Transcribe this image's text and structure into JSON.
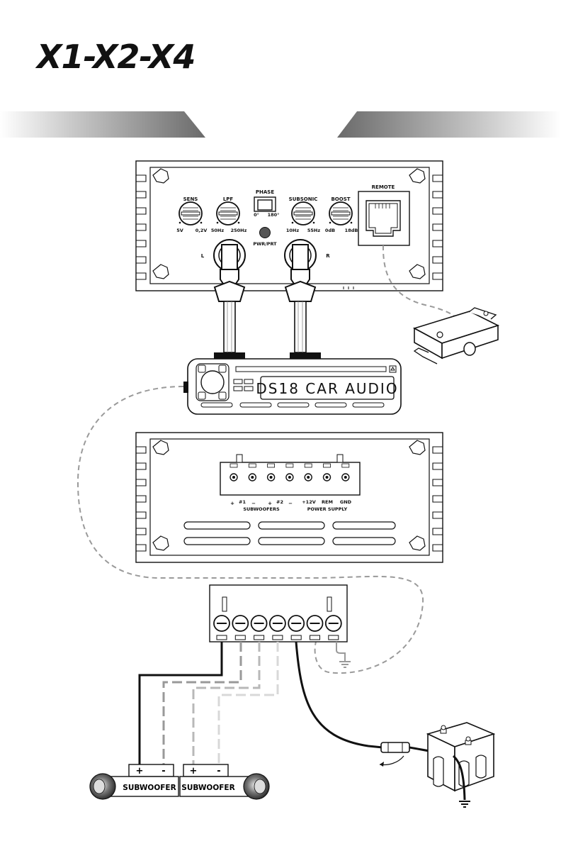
{
  "brand": {
    "model_logo": "X1-X2-X4"
  },
  "amp_top": {
    "knobs": [
      {
        "label": "SENS",
        "min": "5V",
        "max": "0,2V"
      },
      {
        "label": "LPF",
        "min": "50Hz",
        "max": "250Hz"
      },
      {
        "label": "SUBSONIC",
        "min": "10Hz",
        "max": "55Hz"
      },
      {
        "label": "BOOST",
        "min": "0dB",
        "max": "18dB"
      }
    ],
    "phase": {
      "label": "PHASE",
      "left": "0°",
      "right": "180°"
    },
    "led_label": "PWR/PRT",
    "rca_left": "L",
    "rca_right": "R",
    "remote_label": "REMOTE"
  },
  "head_unit": {
    "display_text": "DS18 CAR AUDIO"
  },
  "amp_bottom": {
    "terminal_labels": [
      "#1",
      "#2",
      "+12V",
      "REM",
      "GND"
    ],
    "plus_sign": "+",
    "minus_sign": "−",
    "subwoofers_label": "SUBWOOFERS",
    "power_supply_label": "POWER SUPPLY"
  },
  "speakers": [
    {
      "label": "SUBWOOFER",
      "plus": "+",
      "minus": "-"
    },
    {
      "label": "SUBWOOFER",
      "plus": "+",
      "minus": "-"
    }
  ],
  "colors": {
    "line": "#111111",
    "dash": "#9a9a9a",
    "banner_dark": "#6e6e6e"
  }
}
